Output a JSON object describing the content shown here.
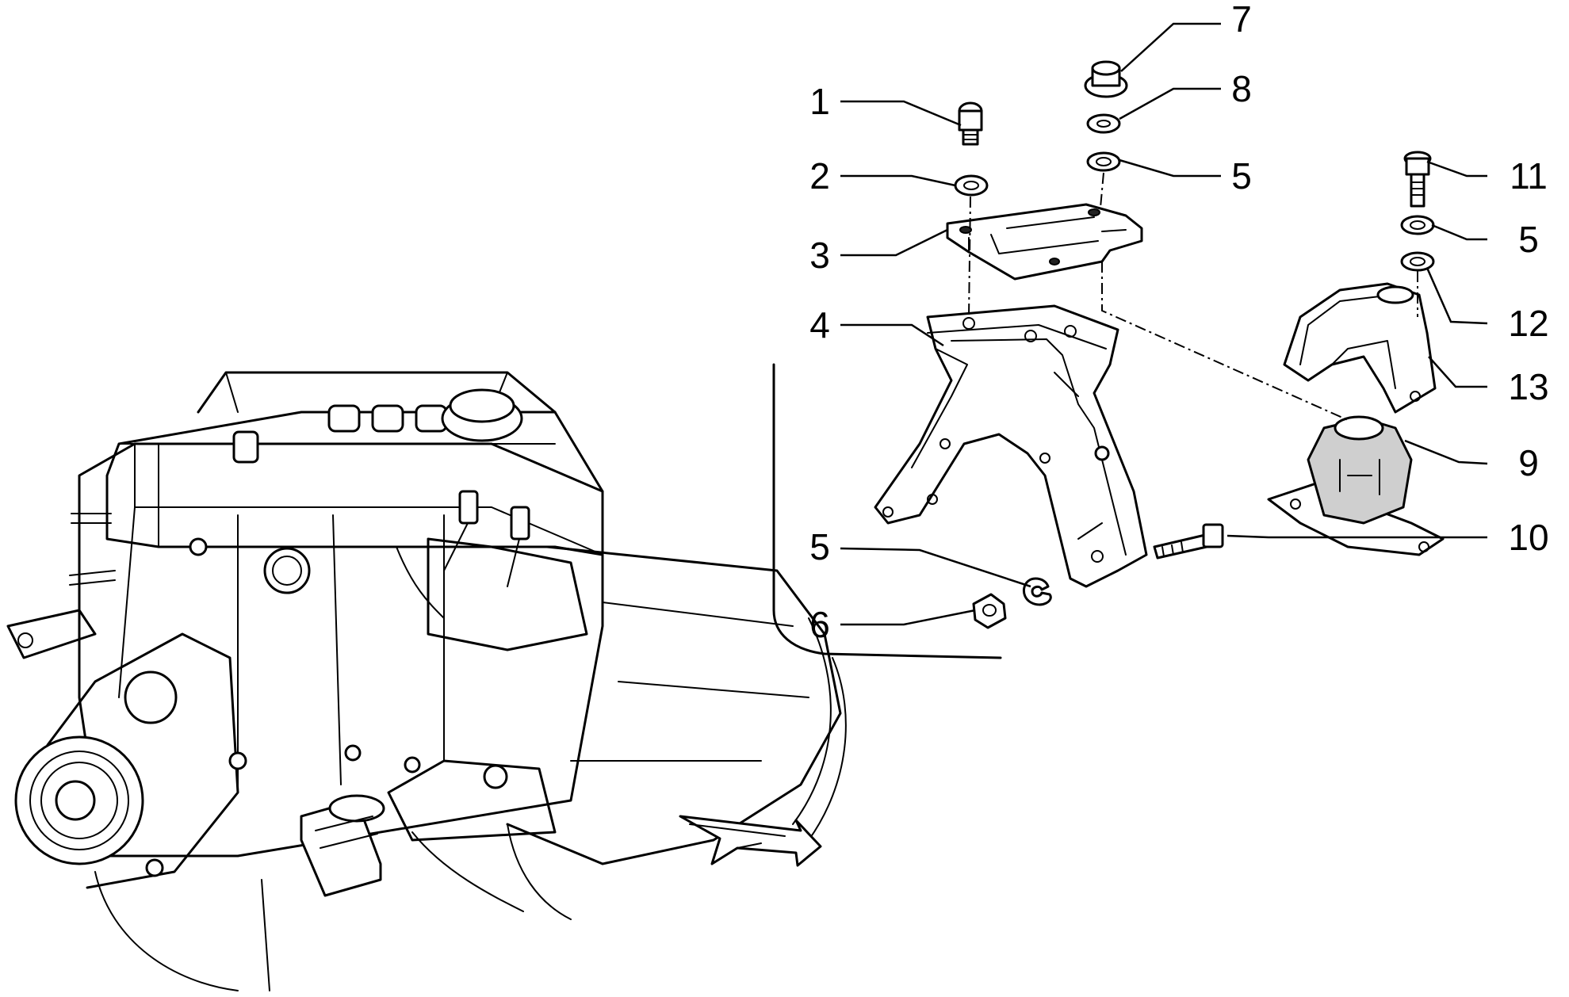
{
  "callouts": {
    "c1": "1",
    "c2": "2",
    "c3": "3",
    "c4": "4",
    "c5a": "5",
    "c5b": "5",
    "c5c": "5",
    "c6": "6",
    "c7": "7",
    "c8": "8",
    "c9": "9",
    "c10": "10",
    "c11": "11",
    "c12": "12",
    "c13": "13"
  },
  "icons": {
    "direction_arrow": "arrow-right-icon"
  }
}
